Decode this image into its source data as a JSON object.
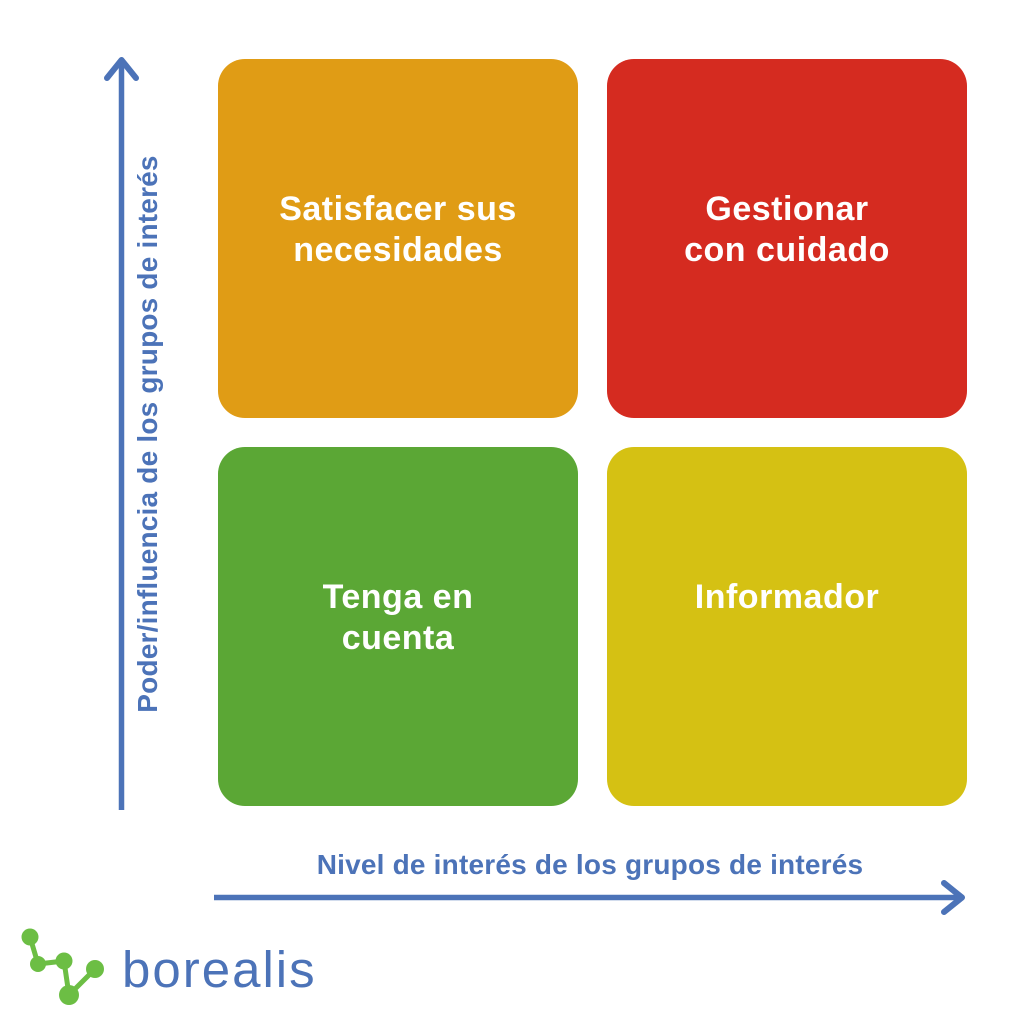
{
  "matrix": {
    "y_axis": {
      "label": "Poder/influencia de los grupos de interés"
    },
    "x_axis": {
      "label": "Nivel de interés de los grupos de interés"
    },
    "axis_color": "#4C73B8",
    "quadrant_text_color": "#FFFFFF",
    "quadrants": {
      "top_left": {
        "label": "Satisfacer sus\nnecesidades",
        "color": "#E09C15"
      },
      "top_right": {
        "label": "Gestionar\ncon cuidado",
        "color": "#D52B20"
      },
      "bottom_left": {
        "label": "Tenga en\ncuenta",
        "color": "#5BA735"
      },
      "bottom_right": {
        "label": "Informador",
        "color": "#D5C113"
      }
    }
  },
  "branding": {
    "logo_text": "borealis",
    "logo_text_color": "#4C73B8",
    "logo_icon": "constellation-icon",
    "logo_icon_color": "#6CBE44"
  }
}
